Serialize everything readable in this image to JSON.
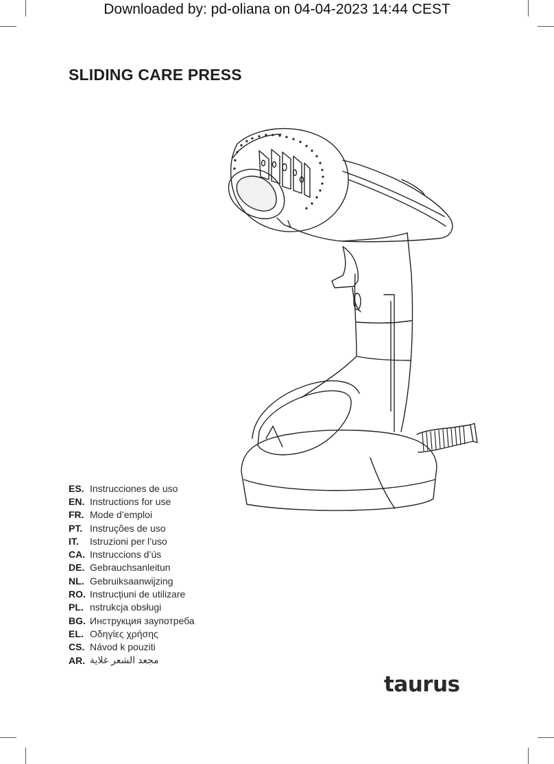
{
  "download_banner": "Downloaded by: pd-oliana on 04-04-2023 14:44 CEST",
  "title": "SLIDING CARE PRESS",
  "languages": [
    {
      "code": "ES.",
      "label": "Instrucciones de uso"
    },
    {
      "code": "EN.",
      "label": "Instructions for use"
    },
    {
      "code": "FR.",
      "label": "Mode d’emploi"
    },
    {
      "code": "PT.",
      "label": "Instruções de uso"
    },
    {
      "code": "IT.",
      "label": "Istruzioni per l’uso"
    },
    {
      "code": "CA.",
      "label": "Instruccions d’ús"
    },
    {
      "code": "DE.",
      "label": "Gebrauchsanleitun"
    },
    {
      "code": "NL.",
      "label": "Gebruiksaanwijzing"
    },
    {
      "code": "RO.",
      "label": "Instrucțiuni de utilizare"
    },
    {
      "code": "PL.",
      "label": "nstrukcja obsługi"
    },
    {
      "code": "BG.",
      "label": "Инструкция заупотреба"
    },
    {
      "code": "EL.",
      "label": "Οδηγίες χρήσης"
    },
    {
      "code": "CS.",
      "label": "Návod k pouziti"
    },
    {
      "code": "AR.",
      "label": "مجعد الشعر غلاية"
    }
  ],
  "brand": "taurus",
  "colors": {
    "text": "#1a1a1a",
    "line_art": "#222222",
    "background": "#ffffff"
  },
  "icons": [
    "garment-steamer-illustration"
  ]
}
